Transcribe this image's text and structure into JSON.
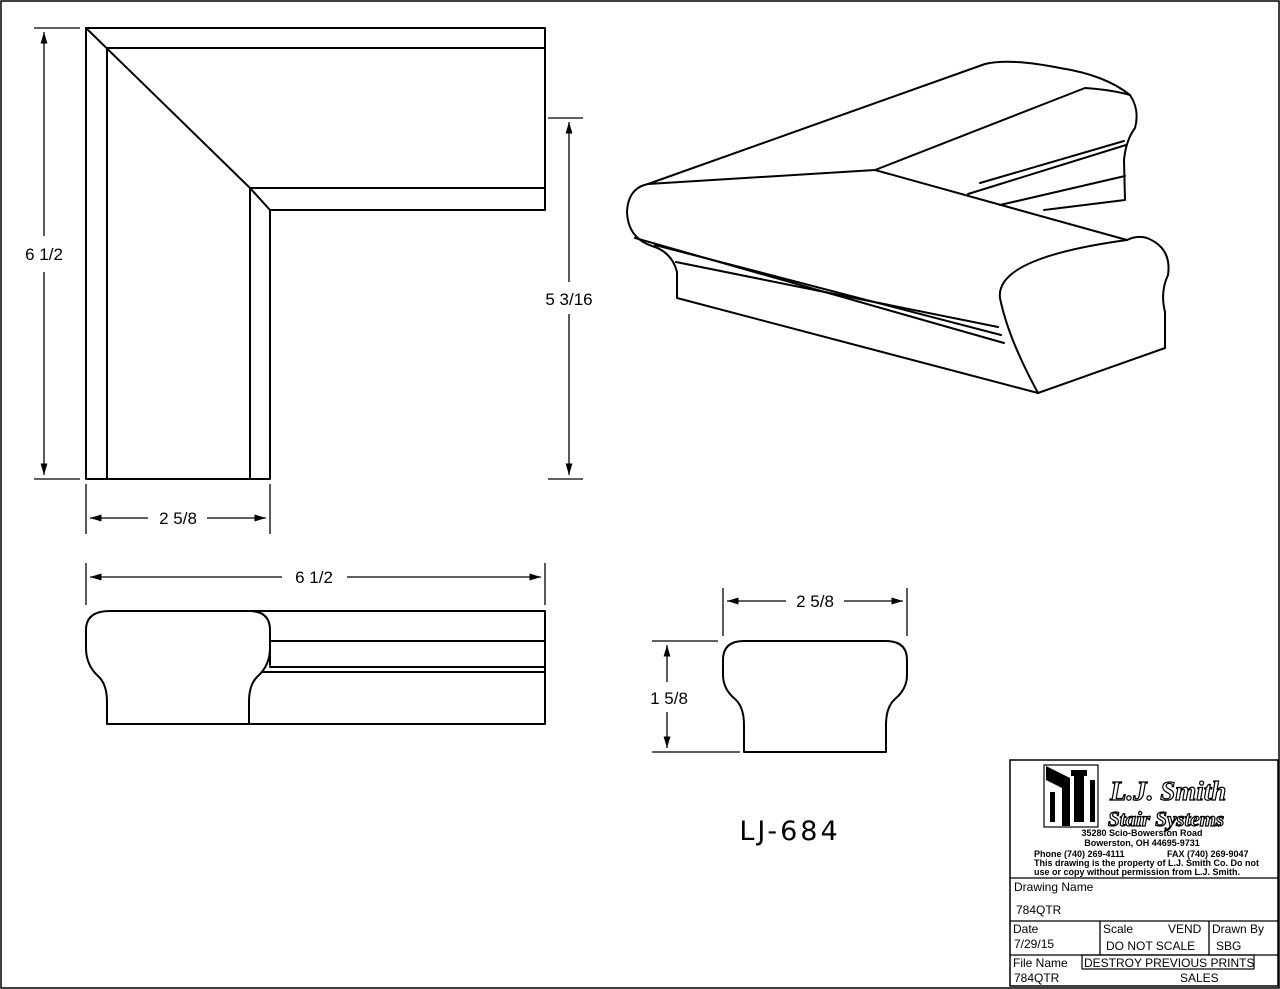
{
  "dimensions": {
    "top_left_height": "6 1/2",
    "top_right_height": "5 3/16",
    "top_width": "2 5/8",
    "side_length": "6 1/2",
    "profile_width": "2 5/8",
    "profile_height": "1 5/8"
  },
  "part_number": "LJ-684",
  "title_block": {
    "company_line1": "L.J. Smith",
    "company_line2": "Stair Systems",
    "address1": "35280 Scio-Bowerston Road",
    "address2": "Bowerston, OH 44695-9731",
    "phone": "Phone (740) 269-4111",
    "fax": "FAX (740) 269-9047",
    "notice1": "This drawing is the property of L.J. Smith Co. Do not",
    "notice2": "use or copy without permission from L.J. Smith.",
    "drawing_name_label": "Drawing Name",
    "drawing_name": "784QTR",
    "date_label": "Date",
    "date": "7/29/15",
    "scale_label": "Scale",
    "scale_vend": "VEND",
    "scale_value": "DO  NOT  SCALE",
    "drawn_by_label": "Drawn  By",
    "drawn_by": "SBG",
    "file_name_label": "File  Name",
    "destroy_notice": "DESTROY  PREVIOUS  PRINTS",
    "file_name": "784QTR",
    "sales": "SALES"
  }
}
